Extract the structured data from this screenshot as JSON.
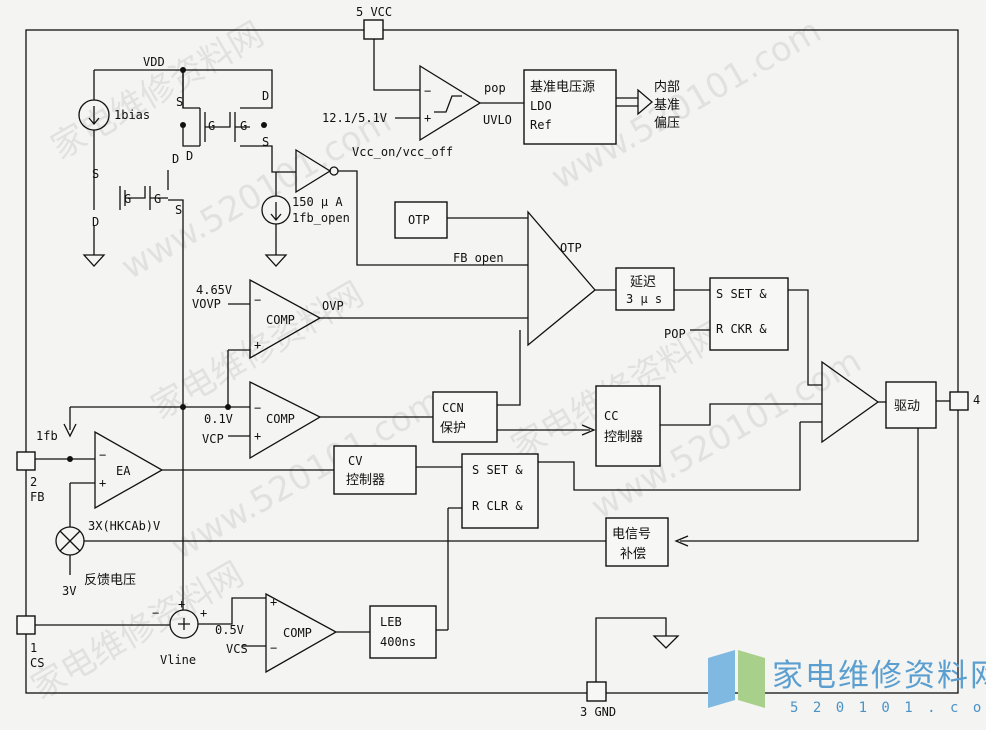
{
  "watermark": {
    "url": "www.520101.com",
    "site": "家电维修资料网"
  },
  "logo": {
    "site": "家电维修资料网",
    "url": "5 2 0 1 0 1 . c o m"
  },
  "pins": {
    "vcc": "5 VCC",
    "out_num": "4",
    "fb_num": "2",
    "fb_name": "FB",
    "cs_num": "1",
    "cs_name": "CS",
    "gnd": "3 GND"
  },
  "supply": {
    "vdd": "VDD",
    "ibias": "1bias",
    "i150": "150 μ A",
    "ifb_open": "1fb_open"
  },
  "fets": {
    "s": "S",
    "d": "D",
    "g": "G"
  },
  "uvlo": {
    "threshold": "12.1/5.1V",
    "vcc_on_off": "Vcc_on/vcc_off",
    "pop": "pop",
    "uvlo": "UVLO",
    "ref_line1": "基准电压源",
    "ref_line2": "LDO",
    "ref_line3": "Ref",
    "internal1": "内部",
    "internal2": "基准",
    "internal3": "偏压"
  },
  "otp": {
    "box": "OTP",
    "fb_open": "FB open",
    "gate": "OTP"
  },
  "delay": {
    "l1": "延迟",
    "l2": "3 μ s"
  },
  "latch1": {
    "set": "S SET &",
    "reset": "R CKR &",
    "pop": "POP"
  },
  "ovp": {
    "vref": "4.65V",
    "vovp": "VOVP",
    "comp": "COMP",
    "out": "OVP"
  },
  "ocp": {
    "vref": "0.1V",
    "vcp": "VCP",
    "comp": "COMP"
  },
  "ccn": {
    "l1": "CCN",
    "l2": "保护"
  },
  "cc": {
    "l1": "CC",
    "l2": "控制器"
  },
  "drive": {
    "label": "驱动"
  },
  "ea": {
    "label": "EA",
    "ifb": "1fb",
    "mult": "3X(HKCAb)V",
    "fb_volt": "反馈电压",
    "v3": "3V"
  },
  "cv": {
    "l1": "CV",
    "l2": "控制器"
  },
  "latch2": {
    "set": "S SET &",
    "reset": "R CLR &"
  },
  "comp_sig": {
    "l1": "电信号",
    "l2": "补偿"
  },
  "cs": {
    "vline": "Vline",
    "minus": "−",
    "plus1": "+",
    "plus2": "+",
    "vref": "0.5V",
    "vcs": "VCS",
    "comp": "COMP"
  },
  "leb": {
    "l1": "LEB",
    "l2": "400ns"
  }
}
